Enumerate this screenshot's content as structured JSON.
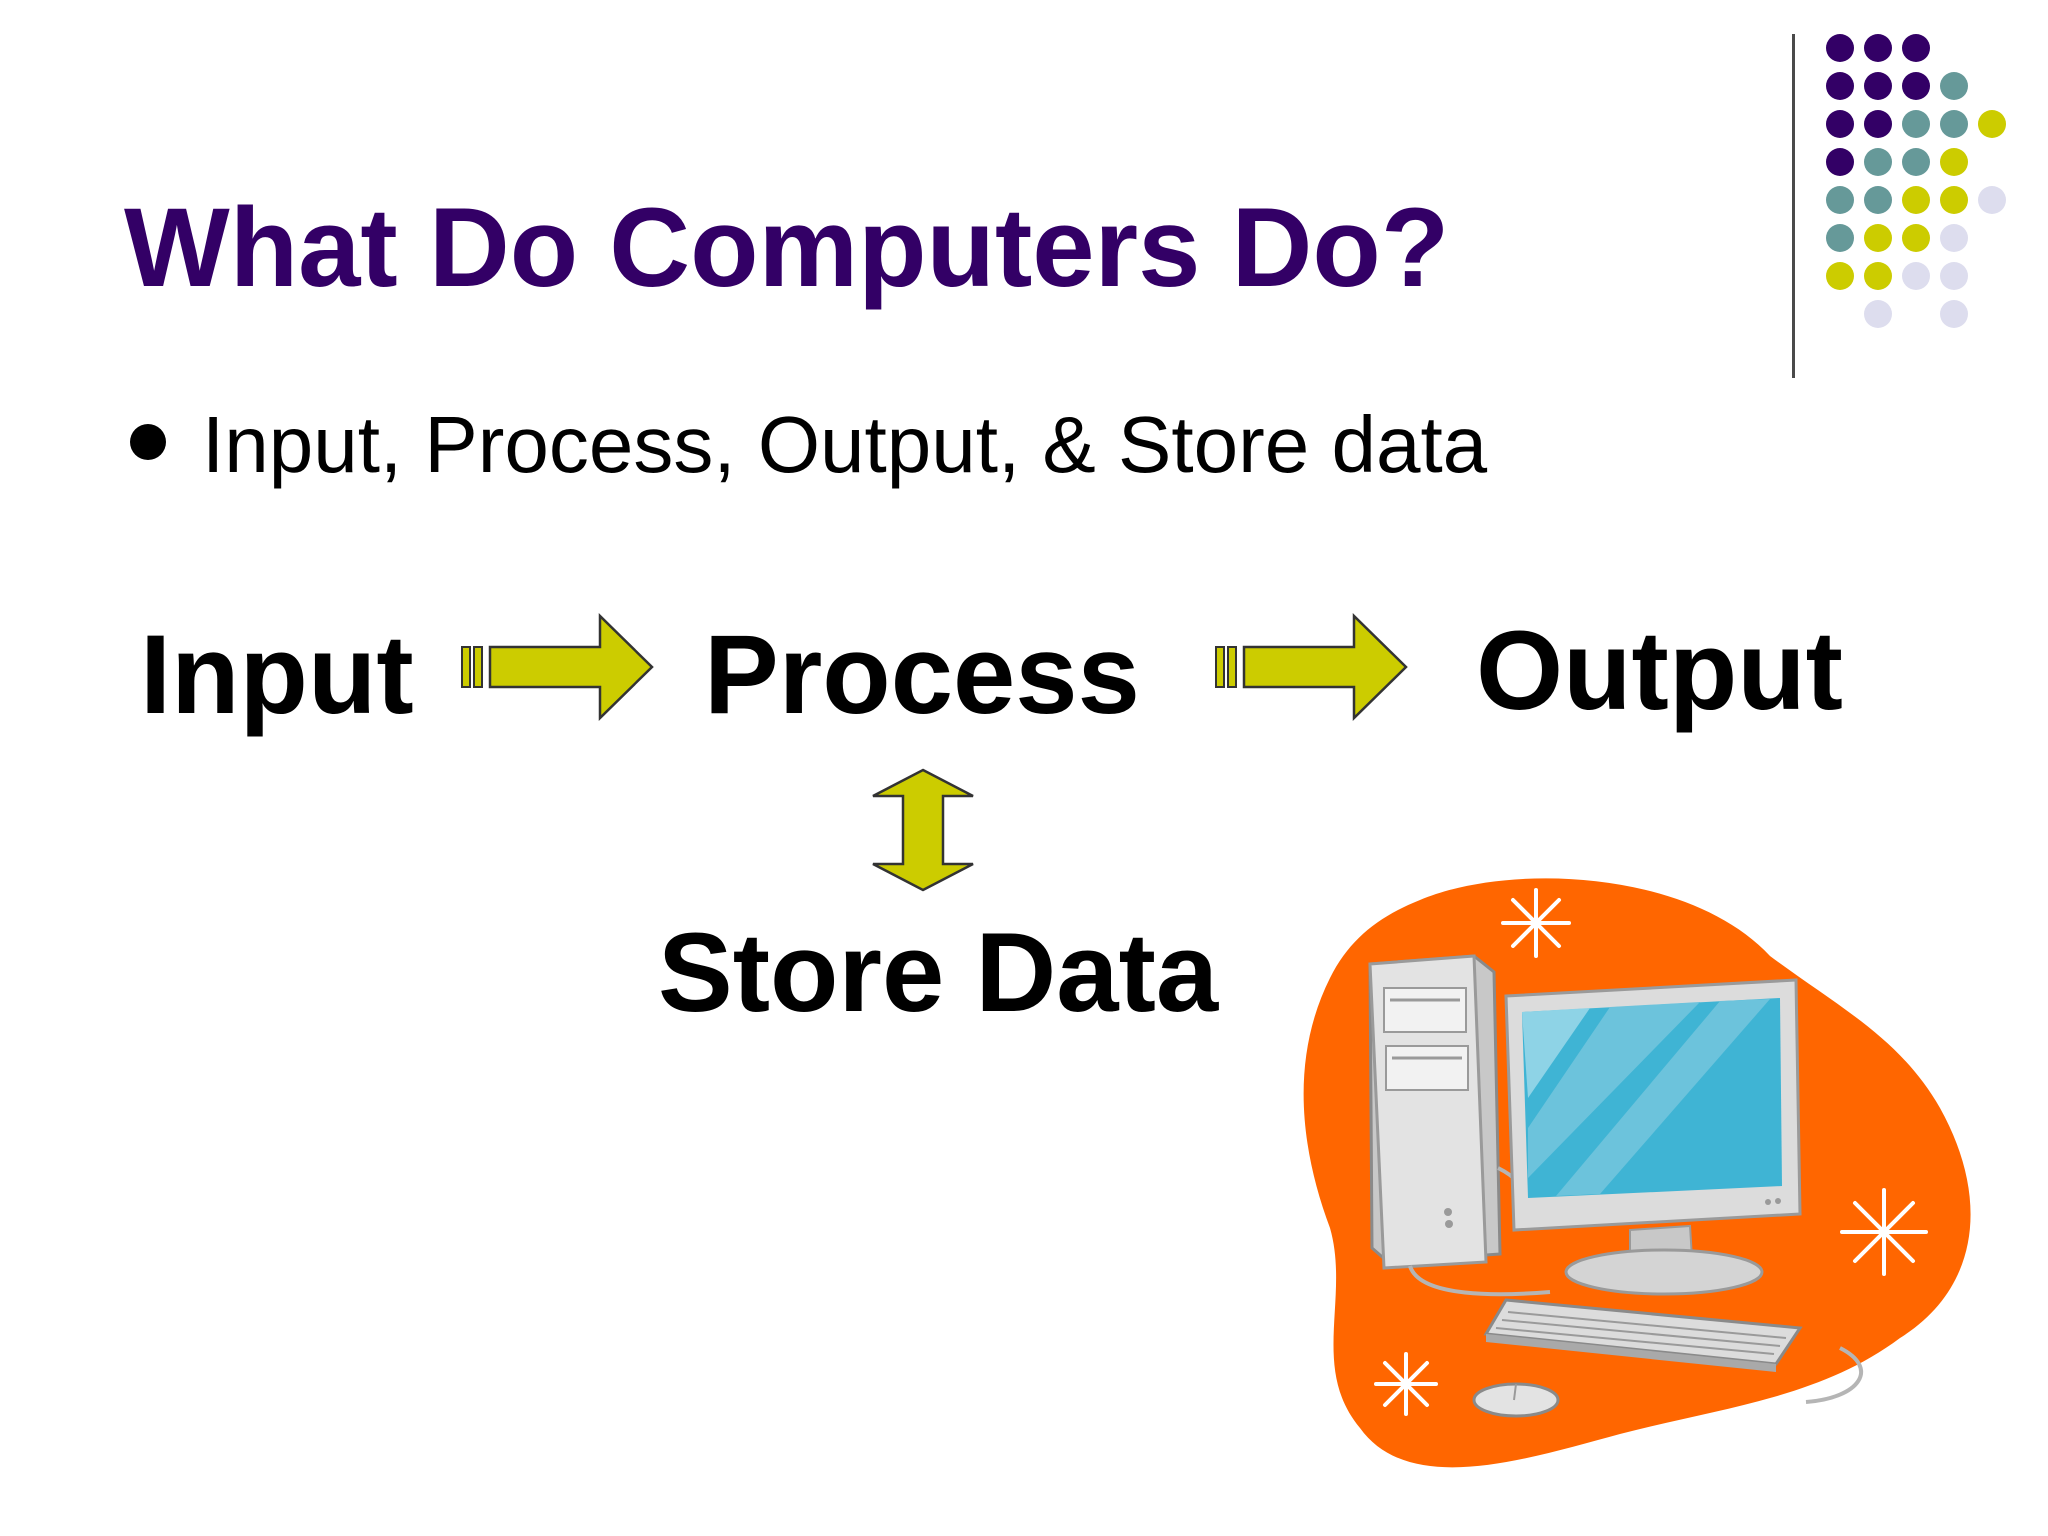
{
  "slide": {
    "title": "What Do Computers Do?",
    "bullet": "Input, Process, Output, & Store data",
    "flow": {
      "input_label": "Input",
      "process_label": "Process",
      "output_label": "Output",
      "store_label": "Store Data"
    },
    "icons": {
      "right_arrow": "striped-right-arrow-icon",
      "updown_arrow": "up-down-arrow-icon",
      "computer": "desktop-computer-clipart"
    }
  },
  "colors": {
    "title": "#330066",
    "accent_purple": "#330066",
    "accent_teal": "#669999",
    "accent_yellow": "#CCCC00",
    "accent_lavender": "#DDDDEE",
    "arrow_fill": "#CCCC00",
    "clipart_background": "#FF6600",
    "monitor_screen": "#3FB4D4"
  }
}
